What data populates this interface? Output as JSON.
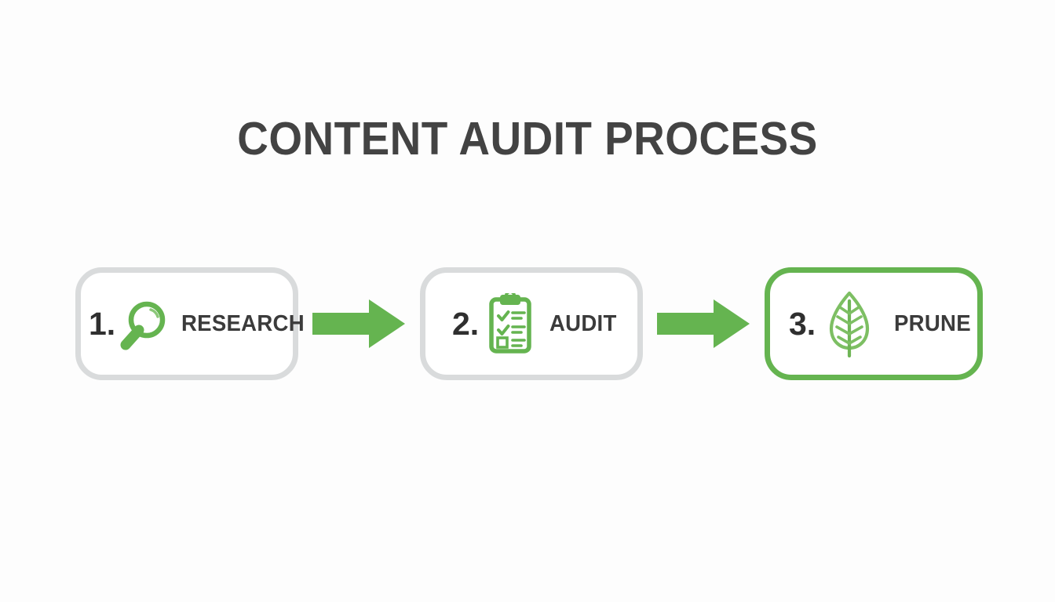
{
  "slide": {
    "title": "CONTENT AUDIT PROCESS",
    "background_color": "#fdfdfd",
    "title_color": "#434343",
    "accent_color": "#65b450",
    "inactive_border_color": "#d9dbdc",
    "label_color": "#3b3b3b"
  },
  "steps": [
    {
      "number": "1.",
      "label": "RESEARCH",
      "icon": "magnifier-icon",
      "state": "inactive",
      "border_color": "#d9dbdc",
      "icon_color": "#65b450"
    },
    {
      "number": "2.",
      "label": "AUDIT",
      "icon": "clipboard-checklist-icon",
      "state": "inactive",
      "border_color": "#d9dbdc",
      "icon_color": "#65b450"
    },
    {
      "number": "3.",
      "label": "PRUNE",
      "icon": "leaf-icon",
      "state": "active",
      "border_color": "#65b450",
      "icon_color": "#65b450"
    }
  ],
  "connectors": [
    {
      "icon": "arrow-right-icon",
      "color": "#65b450",
      "from": "RESEARCH",
      "to": "AUDIT"
    },
    {
      "icon": "arrow-right-icon",
      "color": "#65b450",
      "from": "AUDIT",
      "to": "PRUNE"
    }
  ]
}
